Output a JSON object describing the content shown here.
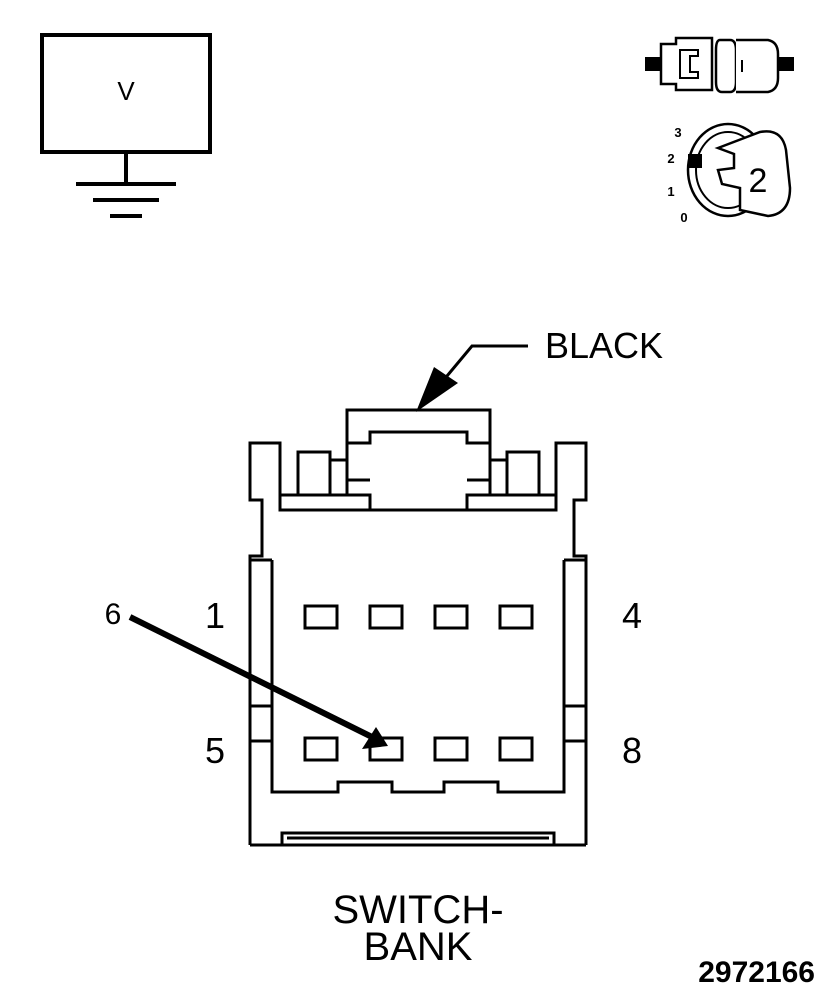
{
  "voltmeter": {
    "symbol": "V"
  },
  "ignition": {
    "positions": [
      "3",
      "2",
      "1",
      "0"
    ],
    "key_number": "2"
  },
  "connector": {
    "color_label": "BLACK",
    "pin_labels": {
      "top_left": "1",
      "top_right": "4",
      "bottom_left": "5",
      "bottom_right": "8"
    },
    "probe_pin": "6",
    "name_line1": "SWITCH-",
    "name_line2": "BANK"
  },
  "figure_id": "2972166"
}
